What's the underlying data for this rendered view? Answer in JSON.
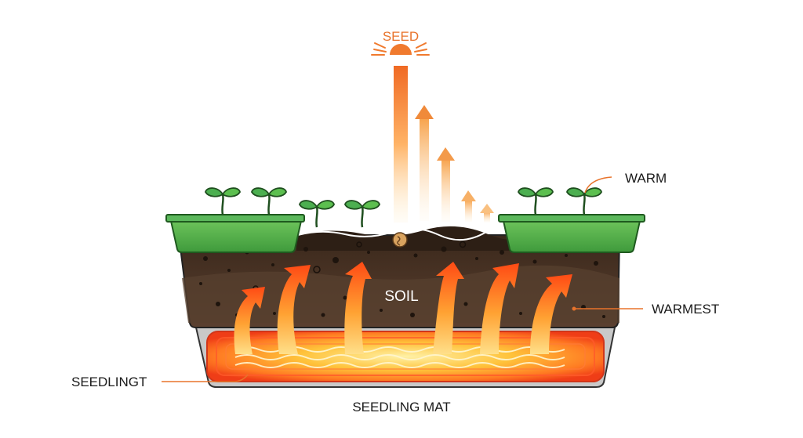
{
  "labels": {
    "seed_top": "SEED",
    "warm": "WARM",
    "warmest": "WARMEST",
    "soil": "SOIL",
    "seedling_left": "SEEDLINGT",
    "seedling_mat": "SEEDLING MAT"
  },
  "colors": {
    "seed_label": "#e8732b",
    "label_text": "#1a1a1a",
    "soil_text": "#ffffff",
    "leader_line": "#e8732b",
    "tray_green": "#4caf50",
    "tray_green_dark": "#2e7d32",
    "soil_dark": "#3b2a1e",
    "soil_mid": "#5a3f2b",
    "mat_hot": "#ff5a1f",
    "mat_glow": "#ffd24a",
    "arrow_orange": "#ff6a1a",
    "arrow_yellow": "#ffd56b",
    "seed_tan": "#d9a35f"
  },
  "icons": {
    "seed_top": "glowing-seed-icon",
    "seed_in_soil": "seed-icon",
    "sprouts": "sprout-icon",
    "heat": "heat-arrow-icon"
  }
}
